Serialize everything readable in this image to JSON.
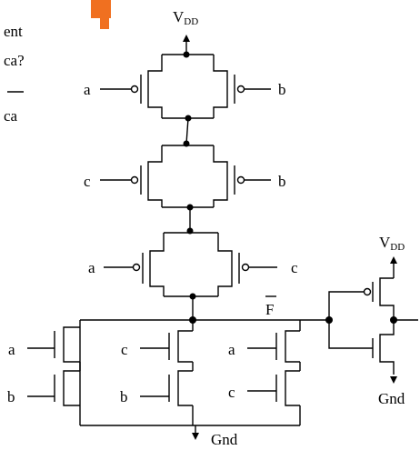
{
  "header_fragments": {
    "line1": "ent",
    "line2": "ca?",
    "line3": "ca"
  },
  "supply": {
    "vdd_main": "V",
    "vdd_main_sub": "DD",
    "vdd_inv": "V",
    "vdd_inv_sub": "DD",
    "gnd_main": "Gnd",
    "gnd_inv": "Gnd"
  },
  "output_label": "F",
  "pullup_inputs": {
    "stage1_left": "a",
    "stage1_right": "b",
    "stage2_left": "c",
    "stage2_right": "b",
    "stage3_left": "a",
    "stage3_right": "c"
  },
  "pulldown_inputs": {
    "col1_top": "a",
    "col1_bottom": "b",
    "col2_top": "c",
    "col2_bottom": "b",
    "col3_top": "a",
    "col3_bottom": "c"
  },
  "colors": {
    "wire": "#000000",
    "accent": "#f07020",
    "background": "#ffffff"
  }
}
